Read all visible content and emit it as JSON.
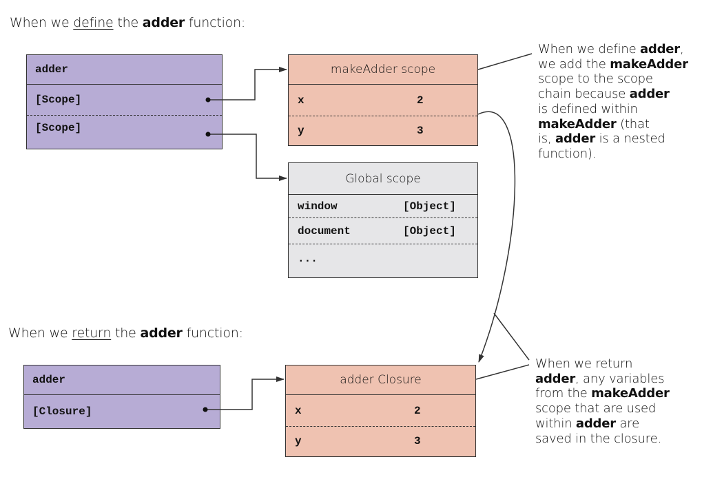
{
  "define_heading": {
    "pre": "When we ",
    "verb": "define",
    "mid": " the ",
    "fn": "adder",
    "post": " function:"
  },
  "return_heading": {
    "pre": "When we ",
    "verb": "return",
    "mid": " the ",
    "fn": "adder",
    "post": " function:"
  },
  "adder_define": {
    "title": "adder",
    "rows": [
      "[Scope]",
      "[Scope]"
    ]
  },
  "make_adder_scope": {
    "title": "makeAdder scope",
    "rows": [
      {
        "name": "x",
        "value": "2"
      },
      {
        "name": "y",
        "value": "3"
      }
    ]
  },
  "global_scope": {
    "title": "Global scope",
    "rows": [
      {
        "name": "window",
        "value": "[Object]"
      },
      {
        "name": "document",
        "value": "[Object]"
      },
      {
        "name": "...",
        "value": ""
      }
    ]
  },
  "adder_return": {
    "title": "adder",
    "rows": [
      "[Closure]"
    ]
  },
  "adder_closure": {
    "title": "adder Closure",
    "rows": [
      {
        "name": "x",
        "value": "2"
      },
      {
        "name": "y",
        "value": "3"
      }
    ]
  },
  "note_define": {
    "l1a": "When we define ",
    "l1b": "adder",
    "l1c": ",",
    "l2a": "we add the ",
    "l2b": "makeAdder",
    "l3": "scope to the scope",
    "l4a": "chain because ",
    "l4b": "adder",
    "l5": "is defined within",
    "l6a": "makeAdder",
    "l6b": " (that",
    "l7a": "is, ",
    "l7b": "adder",
    "l7c": " is a nested",
    "l8": "function)."
  },
  "note_return": {
    "l1": "When we return",
    "l2a": "adder",
    "l2b": ", any variables",
    "l3a": "from the ",
    "l3b": "makeAdder",
    "l4": "scope that are used",
    "l5a": "within ",
    "l5b": "adder",
    "l5c": " are",
    "l6": "saved in the closure."
  },
  "colors": {
    "purple": "#b7acd5",
    "salmon": "#efc2b1",
    "grey": "#e6e6e8",
    "line": "#333333"
  }
}
